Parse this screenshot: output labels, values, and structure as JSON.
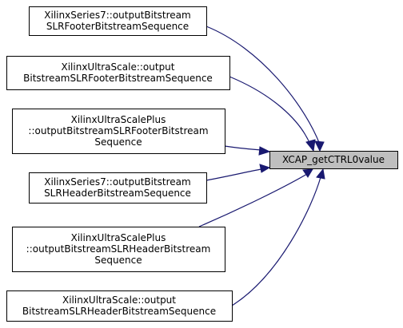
{
  "diagram": {
    "target": {
      "lines": [
        "XCAP_getCTRL0value"
      ]
    },
    "callers": [
      {
        "id": "series7-footer",
        "lines": [
          "XilinxSeries7::outputBitstream",
          "SLRFooterBitstreamSequence"
        ]
      },
      {
        "id": "ultrascale-footer",
        "lines": [
          "XilinxUltraScale::output",
          "BitstreamSLRFooterBitstreamSequence"
        ]
      },
      {
        "id": "ultrascaleplus-footer",
        "lines": [
          "XilinxUltraScalePlus",
          "::outputBitstreamSLRFooterBitstream",
          "Sequence"
        ]
      },
      {
        "id": "series7-header",
        "lines": [
          "XilinxSeries7::outputBitstream",
          "SLRHeaderBitstreamSequence"
        ]
      },
      {
        "id": "ultrascaleplus-header",
        "lines": [
          "XilinxUltraScalePlus",
          "::outputBitstreamSLRHeaderBitstream",
          "Sequence"
        ]
      },
      {
        "id": "ultrascale-header",
        "lines": [
          "XilinxUltraScale::output",
          "BitstreamSLRHeaderBitstreamSequence"
        ]
      }
    ],
    "colors": {
      "edge": "#191970",
      "target_fill": "#bfbfbf",
      "box_border": "#000000",
      "background": "#ffffff"
    }
  }
}
